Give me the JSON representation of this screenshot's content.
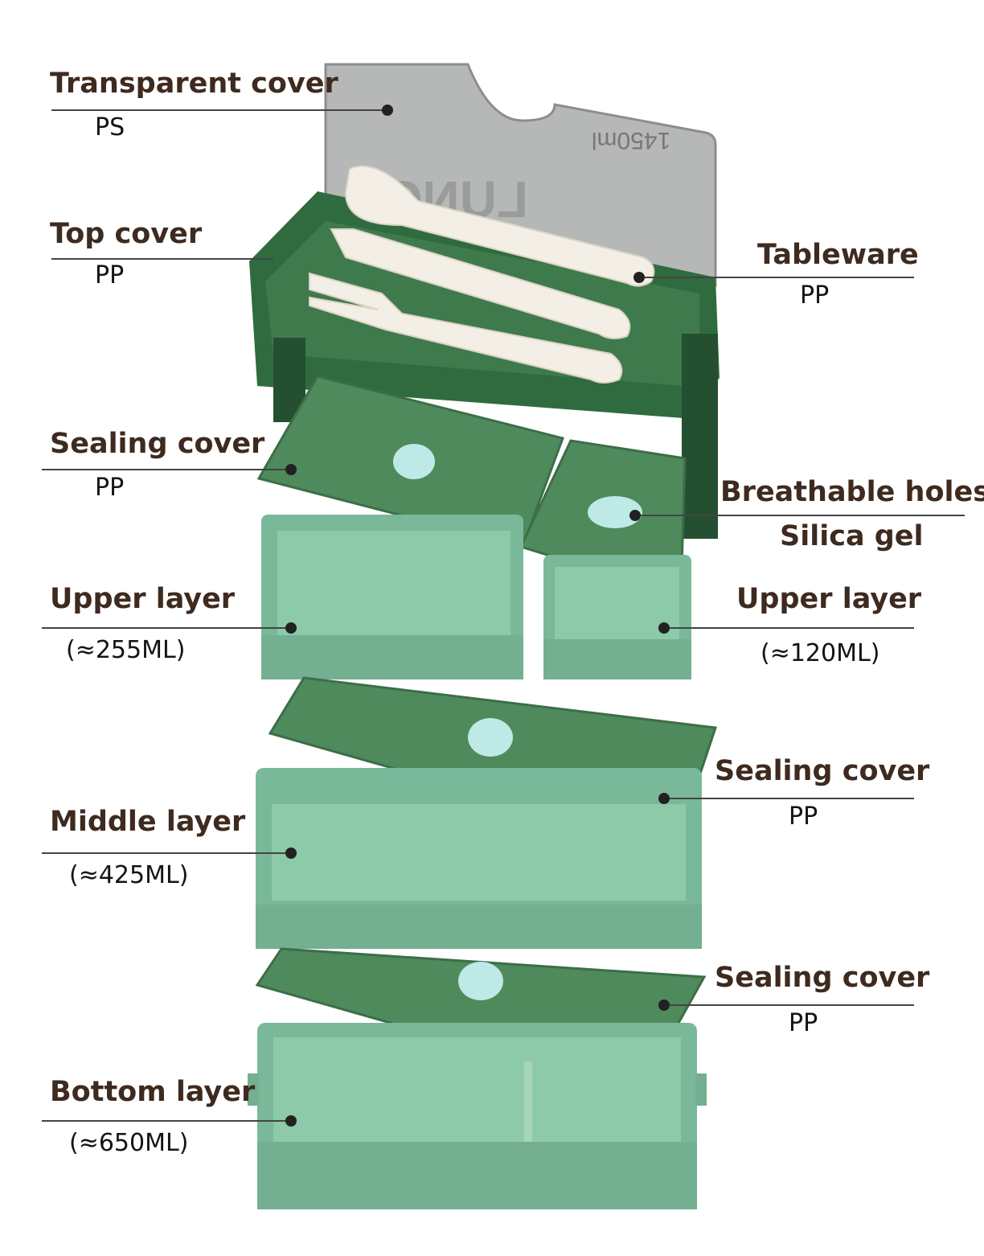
{
  "product": {
    "lid_embossed_text": "1450ml",
    "lid_logo_text": "LUNCH"
  },
  "labels": [
    {
      "title": "Transparent cover",
      "material": "PS"
    },
    {
      "title": "Top cover",
      "material": "PP"
    },
    {
      "title": "Tableware",
      "material": "PP"
    },
    {
      "title": "Sealing cover",
      "material": "PP"
    },
    {
      "title": "Breathable holes",
      "material": "Silica gel"
    },
    {
      "title": "Upper layer",
      "material": "(≈255ML)"
    },
    {
      "title": "Upper layer",
      "material": "(≈120ML)"
    },
    {
      "title": "Sealing cover",
      "material": "PP"
    },
    {
      "title": "Middle layer",
      "material": "(≈425ML)"
    },
    {
      "title": "Sealing cover",
      "material": "PP"
    },
    {
      "title": "Bottom layer",
      "material": "(≈650ML)"
    }
  ],
  "colors": {
    "label_text": "#3e2a1e",
    "leader_line": "#444444",
    "dark_green": "#2d5e3a",
    "mid_green": "#4f8a5c",
    "light_green": "#7ab89a",
    "vent": "#bfe9e6",
    "lid_gray": "#b6b8b7",
    "cutlery": "#f3efe6"
  }
}
